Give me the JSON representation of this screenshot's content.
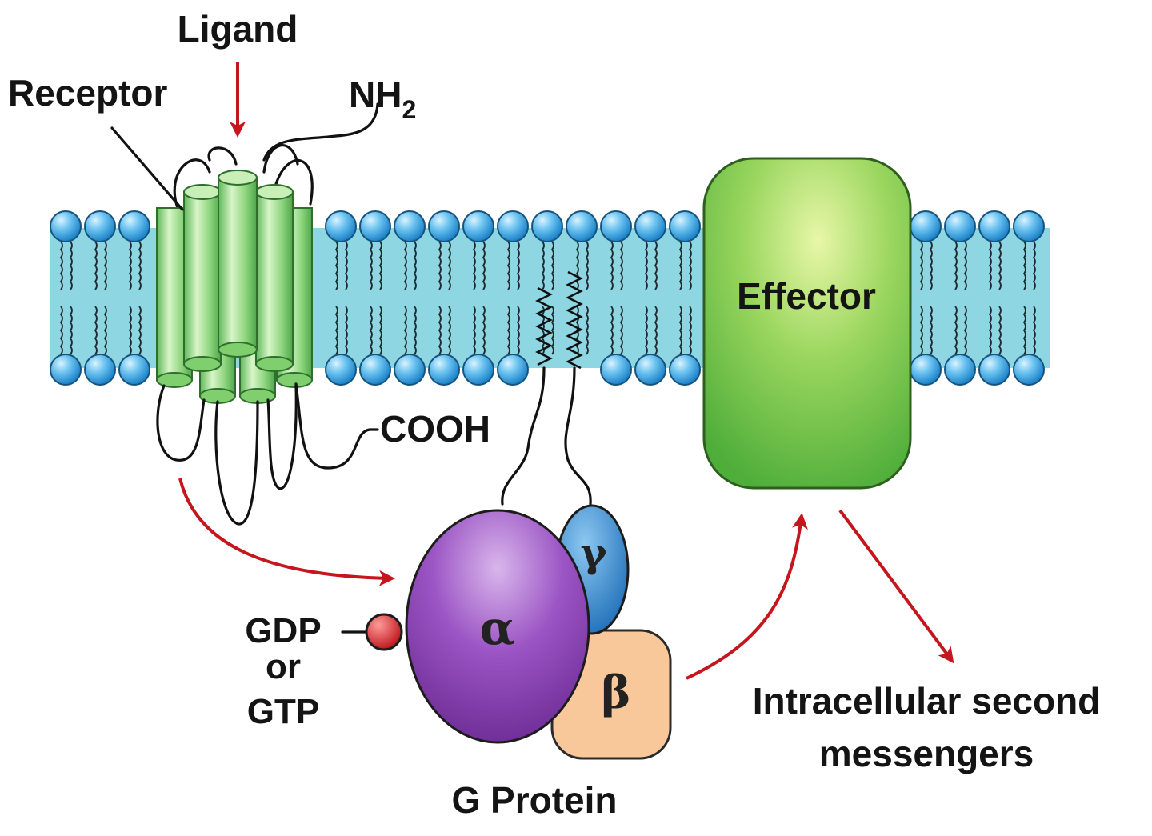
{
  "labels": {
    "ligand": "Ligand",
    "receptor": "Receptor",
    "nh2_main": "NH",
    "nh2_sub": "2",
    "cooh": "COOH",
    "effector": "Effector",
    "alpha": "α",
    "beta": "β",
    "gamma": "γ",
    "gdp": "GDP",
    "or": "or",
    "gtp": "GTP",
    "g_protein": "G Protein",
    "second_messengers_line1": "Intracellular second",
    "second_messengers_line2": "messengers"
  },
  "colors": {
    "membrane": "#8fd6e3",
    "lipid_head": "#39a9e6",
    "receptor_green": "#8ad47a",
    "effector_green": "#6cc24a",
    "alpha_purple": "#8e3fb0",
    "gamma_blue": "#2e86cf",
    "beta_peach": "#f9c89a",
    "gdp_red": "#e0262b",
    "arrow_red": "#c4161c"
  }
}
